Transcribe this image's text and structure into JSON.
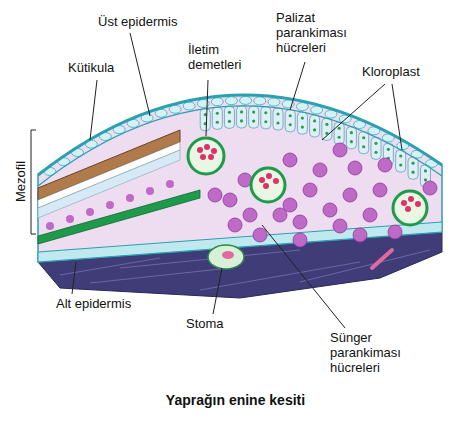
{
  "diagram": {
    "caption": "Yaprağın enine kesiti",
    "labels": [
      "Üst epidermis",
      "Palizat parankiması hücreleri",
      "Kütikula",
      "İletim demetleri",
      "Kloroplast",
      "Mezofil",
      "Alt epidermis",
      "Stoma",
      "Sünger parankiması hücreleri"
    ]
  }
}
